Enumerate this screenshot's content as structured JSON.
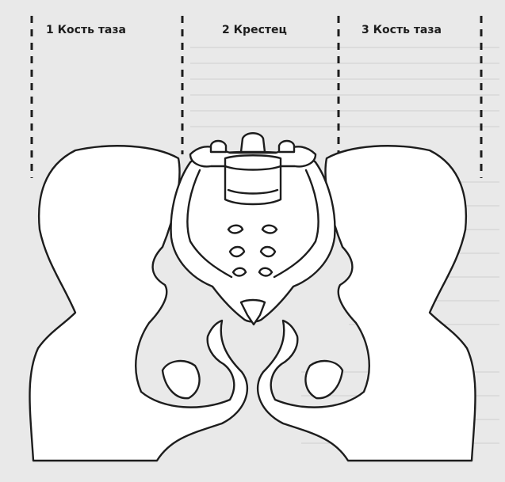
{
  "labels": {
    "left": "1 Кость таза",
    "center": "2 Крестец",
    "right": "3 Кость таза"
  },
  "colors": {
    "background": "#e9e9e9",
    "ink": "#1d1d1d"
  }
}
